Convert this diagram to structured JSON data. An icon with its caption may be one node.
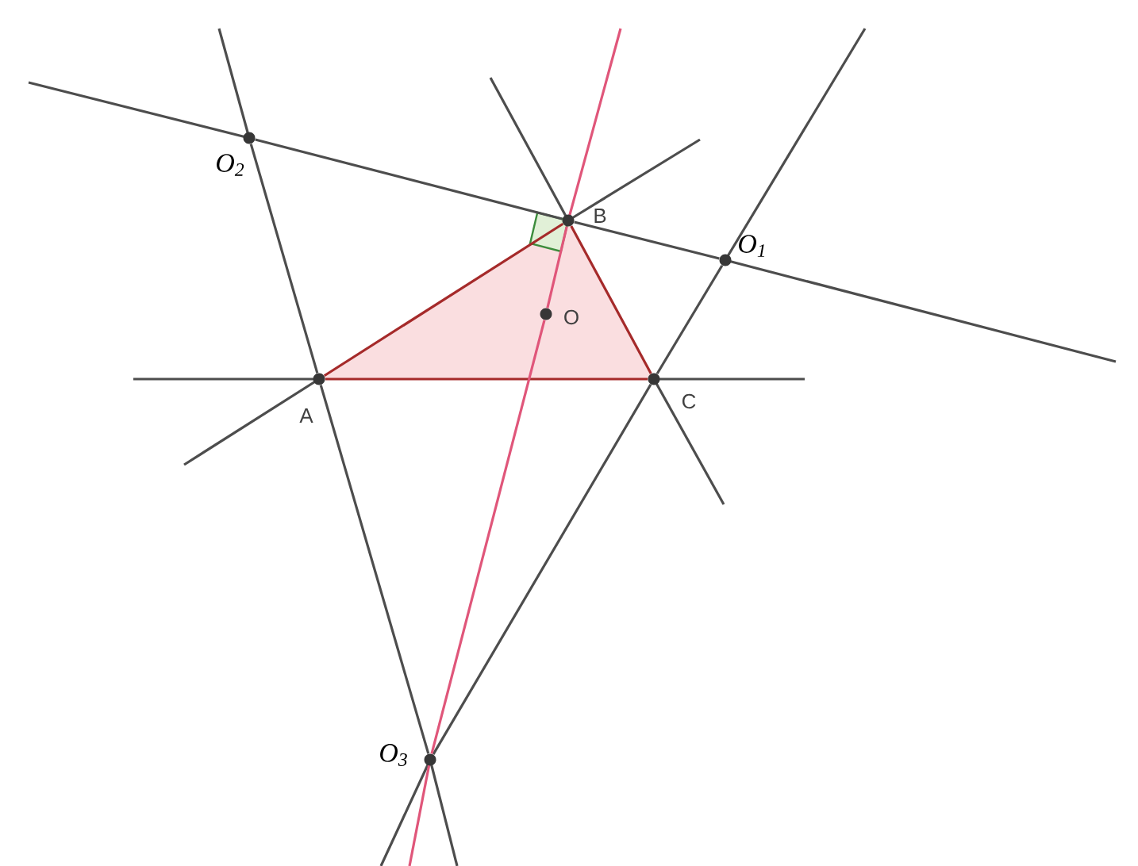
{
  "diagram": {
    "nodes": [
      {
        "text": [],
        "shape": "circle",
        "beside": [
          "A"
        ]
      },
      {
        "text": [],
        "shape": "circle",
        "beside": [
          "B"
        ]
      },
      {
        "text": [],
        "shape": "circle",
        "beside": [
          "C"
        ]
      },
      {
        "text": [],
        "shape": "circle",
        "beside": [
          "O"
        ]
      },
      {
        "text": [],
        "shape": "circle",
        "beside": [
          "O$_{1}$"
        ]
      },
      {
        "text": [],
        "shape": "circle",
        "beside": [
          "O$_{2}$"
        ]
      },
      {
        "text": [],
        "shape": "circle",
        "beside": [
          "O$_{3}$"
        ]
      }
    ],
    "edges": [
      {
        "from": 0,
        "to": 1,
        "arrow": "none",
        "color": "#a52a2a"
      },
      {
        "from": 1,
        "to": 2,
        "arrow": "none",
        "color": "#a52a2a"
      },
      {
        "from": 2,
        "to": 0,
        "arrow": "none",
        "color": "#a52a2a"
      },
      {
        "from": 5,
        "to": 1,
        "arrow": "none"
      },
      {
        "from": 1,
        "to": 4,
        "arrow": "none"
      },
      {
        "from": 5,
        "to": 0,
        "arrow": "none"
      },
      {
        "from": 0,
        "to": 6,
        "arrow": "none"
      },
      {
        "from": 4,
        "to": 2,
        "arrow": "none"
      },
      {
        "from": 2,
        "to": 6,
        "arrow": "none"
      },
      {
        "from": 6,
        "to": 3,
        "arrow": "none",
        "color": "#e0567a"
      },
      {
        "from": 3,
        "to": 1,
        "arrow": "none",
        "color": "#e0567a"
      }
    ]
  }
}
